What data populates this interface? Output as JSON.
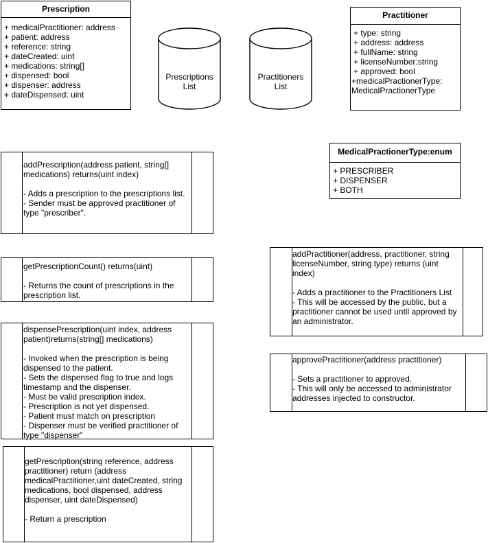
{
  "prescription_class": {
    "title": "Prescription",
    "attributes": [
      "+ medicalPractitioner: address",
      "+ patient: address",
      "+ reference: string",
      "+ dateCreated: uint",
      "+ medications: string[]",
      "+ dispensed: bool",
      "+ dispenser: address",
      "+ dateDispensed: uint"
    ]
  },
  "prescriptions_db": {
    "line1": "Prescriptions",
    "line2": "List"
  },
  "practitioners_db": {
    "line1": "Practitioners",
    "line2": "List"
  },
  "practitioner_class": {
    "title": "Practitioner",
    "attributes": [
      "+ type: string",
      "+ address: address",
      "+ fullName: string",
      "+ licenseNumber:string",
      "+ approved: bool",
      "+medicalPractionerType: MedicalPractionerType"
    ]
  },
  "enum_class": {
    "title": "MedicalPractionerType:enum",
    "attributes": [
      "+ PRESCRIBER",
      "+ DISPENSER",
      "+ BOTH"
    ]
  },
  "processes": {
    "add_prescription": "addPrescription(address patient, string[] medications) returns(uint index)\n\n- Adds a prescription to the prescriptions list.\n- Sender must be approved practitioner of type \"prescriber\".",
    "get_prescription_count": "getPrescriptionCount() returns(uint)\n\n- Returns the count of prescriptions in the prescription list.",
    "dispense_prescription": "dispensePrescription(uint index, address patient)returns(string[] medications)\n\n- Invoked when the prescription is being dispensed to the patient.\n- Sets the dispensed flag to true and logs timestamp and the dispenser.\n- Must be valid prescription index.\n- Prescription is not yet dispensed.\n- Patient must match on prescription\n- Dispenser must be verified practitioner of type \"dispenser\"",
    "get_prescription": "getPrescription(string reference, address practitioner) return (address medicalPractitioner,uint dateCreated, string medications, bool dispensed, address dispenser, uint dateDispensed)\n\n- Return a prescription",
    "add_practitioner": "addPractitioner(address, practitioner, string licenseNumber, string type) returns (uint index)\n\n- Adds a practitioner to the Practitioners List\n- This will be accessed by the public, but a practitioner cannot be used until approved by an administrator.",
    "approve_practitioner": "approvePractitioner(address  practitioner)\n\n- Sets a practitioner to approved.\n- This will only be accessed to administrator addresses injected to constructor."
  }
}
